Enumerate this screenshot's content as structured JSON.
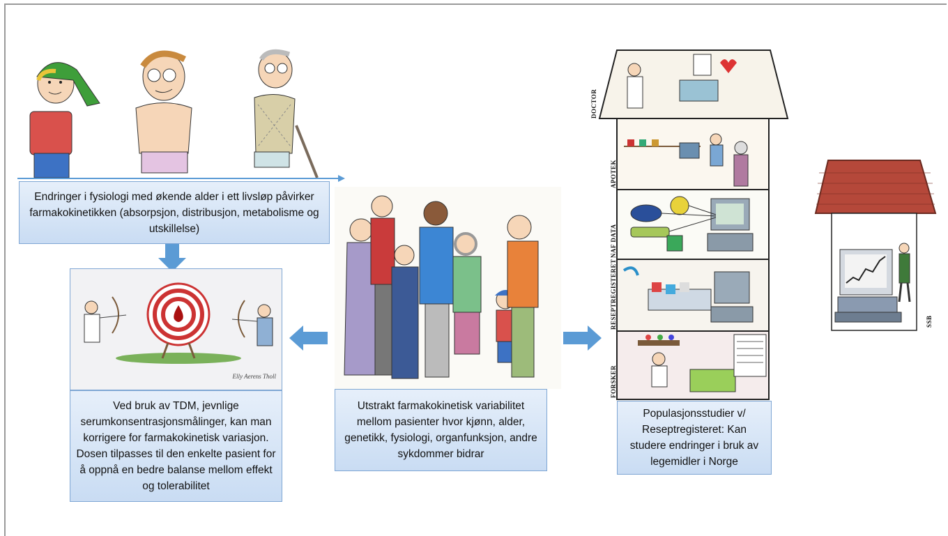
{
  "boxes": {
    "physiology": "Endringer i fysiologi med økende alder i ett livsløp påvirker farmakokinetikken (absorpsjon, distribusjon, metabolisme og utskillelse)",
    "tdm": "Ved bruk av TDM, jevnlige serumkonsentrasjonsmålinger, kan man korrigere for farmakokinetisk variasjon. Dosen tilpasses til den enkelte pasient for å oppnå en bedre balanse mellom effekt og tolerabilitet",
    "variability": "Utstrakt farmakokinetisk variabilitet mellom pasienter hvor kjønn, alder, genetikk, fysiologi, organfunksjon, andre sykdommer bidrar",
    "population": "Populasjonsstudier v/ Reseptregisteret: Kan studere endringer i bruk av legemidler i Norge"
  },
  "floors": {
    "doctor": "DOCTOR",
    "apotek": "APOTEK",
    "naf": "NAF DATA",
    "resept": "RESEPTREGISTERET",
    "forsker": "FORSKER"
  },
  "ssb_label": "SSB",
  "signature": "Elly Aerens Tholl",
  "colors": {
    "box_fill": "#dde9f7",
    "box_border": "#7ea6d4",
    "arrow": "#5b9bd5",
    "roof": "#b5483a"
  }
}
